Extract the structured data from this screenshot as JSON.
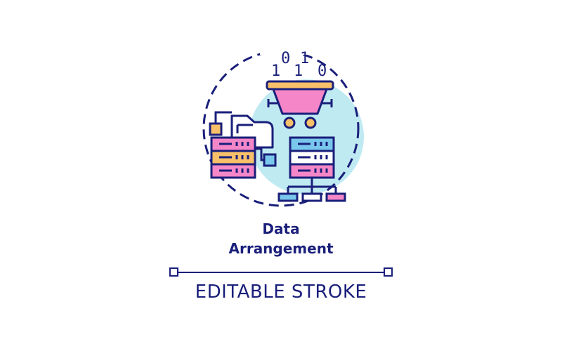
{
  "title": {
    "line1": "Data",
    "line2": "Arrangement"
  },
  "caption": "EDITABLE STROKE",
  "binary_digits": {
    "top_row": [
      "0",
      "1"
    ],
    "bottom_row": [
      "1",
      "1",
      "0"
    ]
  },
  "icons": {
    "main": "data-arrangement-icon",
    "funnel": "funnel-icon",
    "server_left": "server-stack-icon",
    "server_right": "server-stack-icon",
    "folder": "folder-icon",
    "hierarchy": "hierarchy-icon"
  },
  "colors": {
    "outline": "#1a1f7a",
    "circle_bg": "#bfeaf2",
    "pink": "#f587c8",
    "orange": "#f8c069",
    "blue": "#79c7ec",
    "white": "#ffffff"
  }
}
